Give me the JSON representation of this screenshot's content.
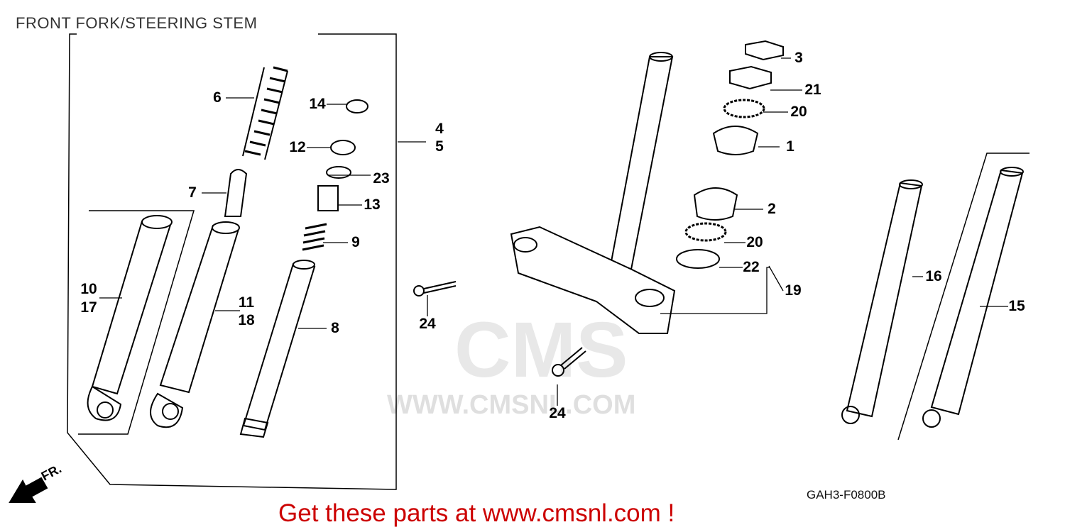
{
  "title": "FRONT FORK/STEERING STEM",
  "diagram_code": "GAH3-F0800B",
  "call_to_action": "Get these parts at www.cmsnl.com !",
  "front_marker": "FR.",
  "watermark": {
    "logo": "CMS",
    "url": "WWW.CMSNL.COM"
  },
  "callouts": [
    "6",
    "14",
    "12",
    "23",
    "7",
    "13",
    "9",
    "4",
    "5",
    "10",
    "17",
    "11",
    "18",
    "8",
    "24",
    "24",
    "3",
    "21",
    "20",
    "1",
    "2",
    "20",
    "22",
    "19",
    "16",
    "15"
  ],
  "colors": {
    "cta": "#cc0000",
    "line": "#000000"
  }
}
